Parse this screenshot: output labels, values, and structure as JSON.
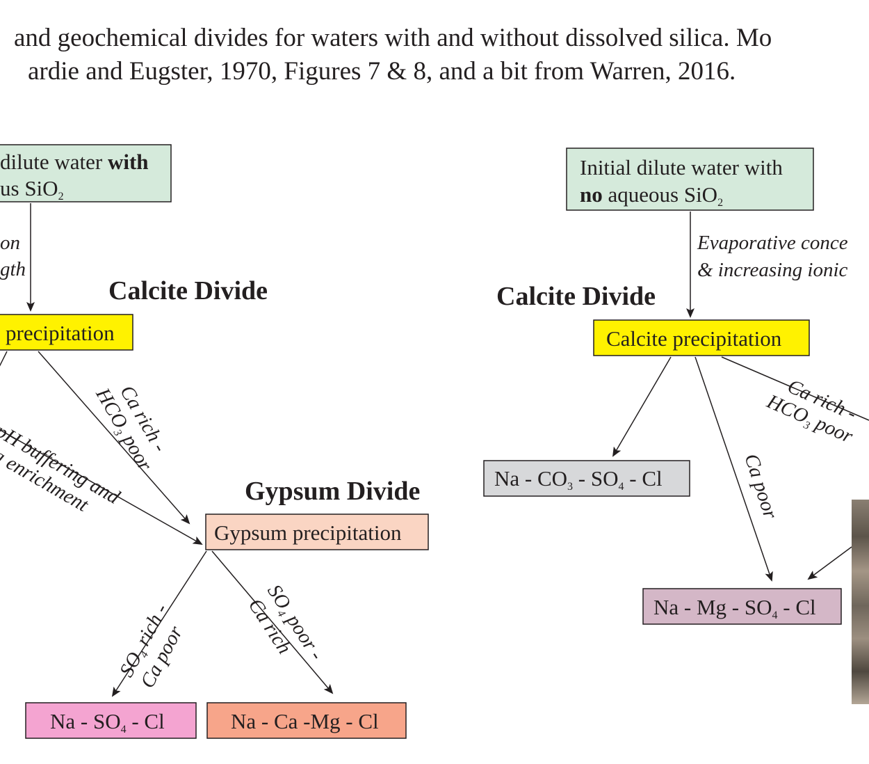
{
  "caption": {
    "line1": "and geochemical divides for waters with and without dissolved silica. Mo",
    "line2": "ardie and Eugster, 1970, Figures 7 & 8, and a bit from Warren, 2016."
  },
  "left": {
    "initial_box": {
      "line1_pre": "dilute water ",
      "line1_bold": "with",
      "line2": "us SiO",
      "line2_sub": "2"
    },
    "evap_label": {
      "line1": "on",
      "line2": "gth"
    },
    "calcite_divide": "Calcite Divide",
    "calcite_box": "precipitation",
    "ca_rich_label": {
      "line1": "Ca rich -",
      "line2": "HCO",
      "line2_sub": "3",
      "line2_post": " poor"
    },
    "ph_label": {
      "line1": "pH buffering and",
      "line2": "a enrichment"
    },
    "gypsum_divide": "Gypsum Divide",
    "gypsum_box": "Gypsum precipitation",
    "so4_rich_label": {
      "line1": "SO",
      "line1_sub": "4",
      "line1_post": " rich -",
      "line2": "Ca poor"
    },
    "so4_poor_label": {
      "line1": "SO",
      "line1_sub": "4",
      "line1_post": " poor -",
      "line2": "Ca rich"
    },
    "nasocl_box": {
      "pre": "Na - SO",
      "sub": "4",
      "post": " - Cl"
    },
    "nacamgcl_box": "Na - Ca -Mg - Cl"
  },
  "right": {
    "initial_box": {
      "line1": "Initial dilute water with",
      "line2_bold": "no",
      "line2": " aqueous SiO",
      "line2_sub": "2"
    },
    "evap_label": {
      "line1": "Evaporative conce",
      "line2": "& increasing ionic"
    },
    "calcite_divide": "Calcite Divide",
    "calcite_box": "Calcite precipitation",
    "ca_rich_label": {
      "line1": "Ca rich -",
      "line2": "HCO",
      "line2_sub": "3",
      "line2_post": " poor"
    },
    "ca_poor_label": "Ca poor",
    "naco3_box": {
      "p1": "Na - CO",
      "s1": "3",
      "p2": " - SO",
      "s2": "4",
      "p3": " - Cl"
    },
    "namgso4_box": {
      "p1": "Na - Mg - SO",
      "s1": "4",
      "p2": " - Cl"
    }
  },
  "colors": {
    "initial_fill": "#d5eadb",
    "calcite_fill": "#fff200",
    "gypsum_fill": "#fad5c3",
    "nasocl_fill": "#f4a4d1",
    "nacamgcl_fill": "#f7a58a",
    "naco3_fill": "#d7d8da",
    "namgso4_fill": "#d4b7c7",
    "stroke": "#231f20"
  },
  "photo_icon": "photo-fragment"
}
